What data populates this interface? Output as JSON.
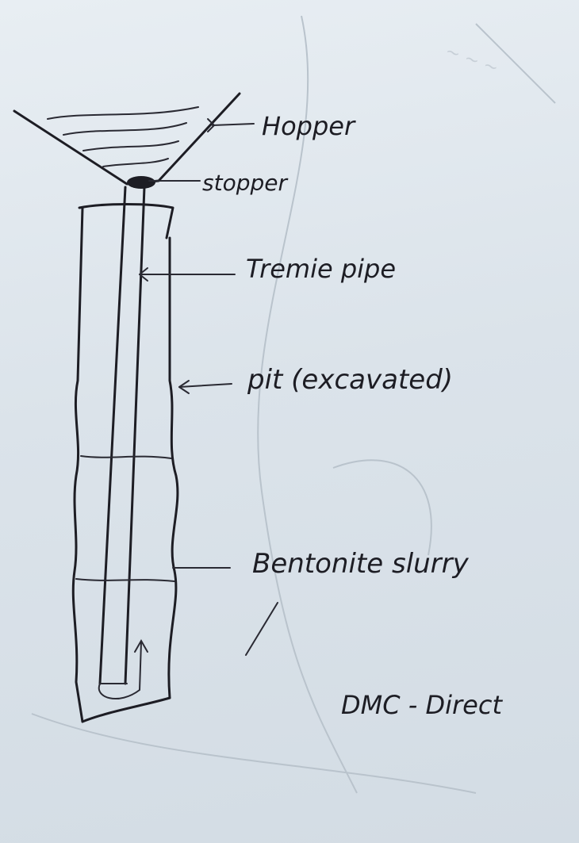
{
  "labels": {
    "hopper": "Hopper",
    "stopper": "stopper",
    "tremie_pipe": "Tremie pipe",
    "pit": "pit (excavated)",
    "slurry": "Bentonite slurry",
    "dmc": "DMC - Direct"
  },
  "colors": {
    "ink": "#1d1d24",
    "paper": "#dfe6ec"
  }
}
